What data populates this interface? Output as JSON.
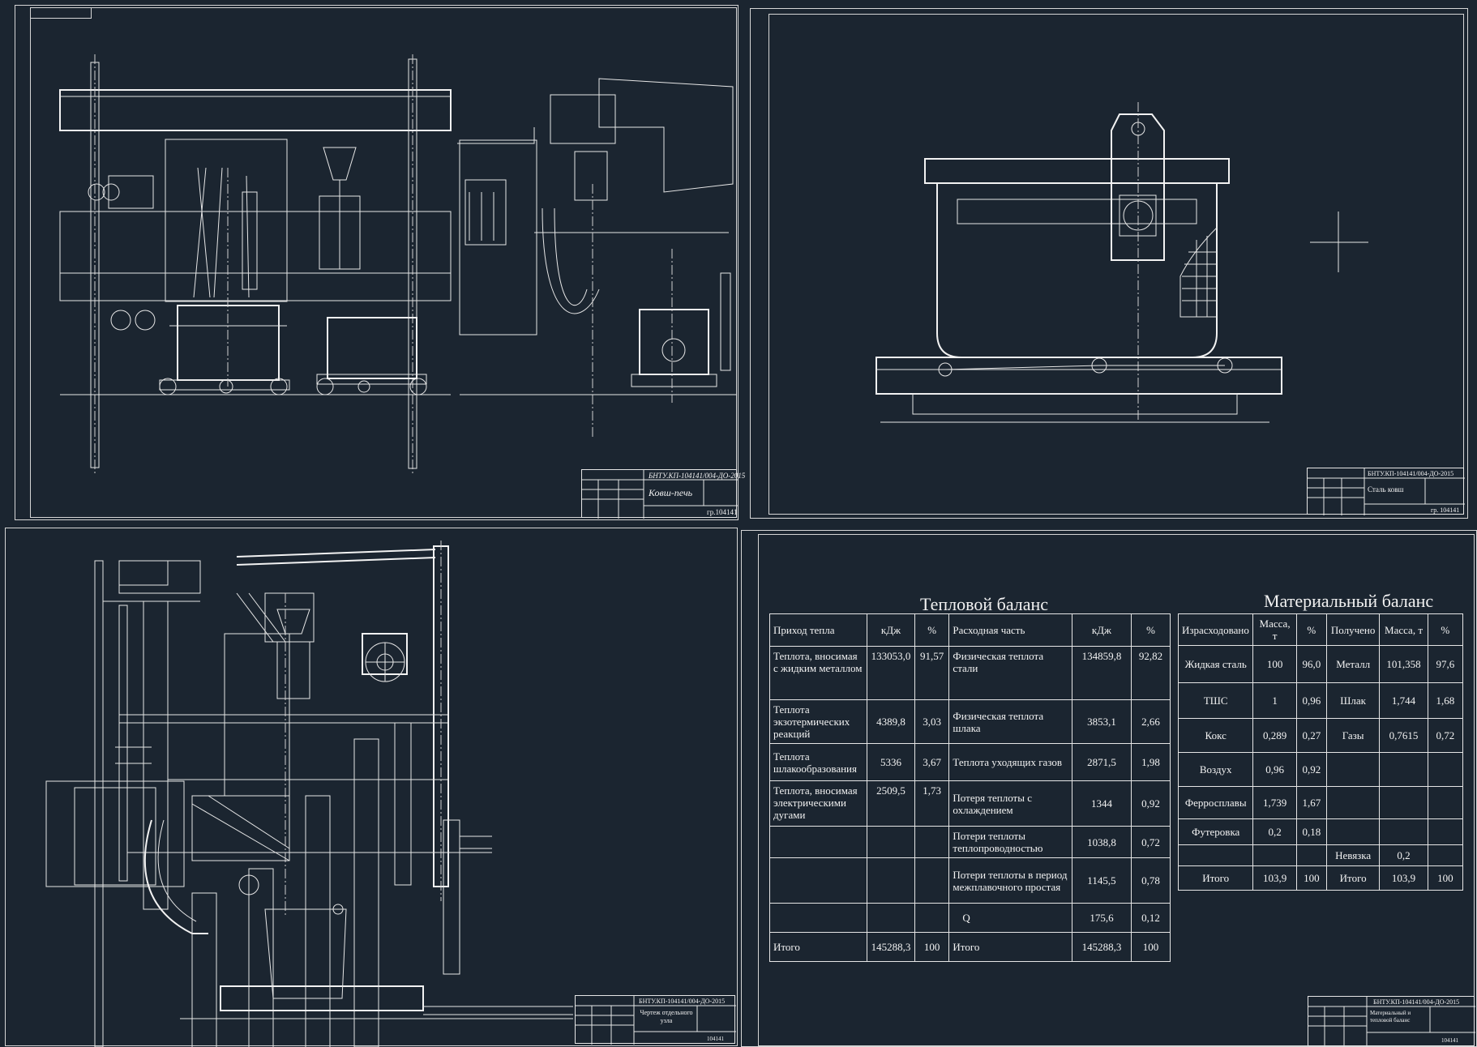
{
  "sheets": {
    "top_left": {
      "title_block": {
        "code": "БНТУ.КП-104141/004-ДО-2015",
        "name": "Ковш-печь",
        "group": "гр.104141"
      }
    },
    "top_right": {
      "title_block": {
        "code": "БНТУ.КП-104141/004-ДО-2015",
        "name": "Сталь ковш",
        "group": "гр. 104141"
      }
    },
    "bottom_left": {
      "title_block": {
        "code": "БНТУ.КП-104141/004-ДО-2015",
        "name": "Чертеж отдельного узла",
        "group": "104141"
      }
    },
    "bottom_right": {
      "title_block": {
        "code": "БНТУ.КП-104141/004-ДО-2015",
        "name": "Материальный и тепловой баланс",
        "group": "104141"
      }
    }
  },
  "heat_balance": {
    "title": "Тепловой баланс",
    "headers": [
      "Приход тепла",
      "кДж",
      "%",
      "Расходная часть",
      "кДж",
      "%"
    ],
    "rows": [
      [
        "Теплота, вносимая с жидким металлом",
        "133053,0",
        "91,57",
        "Физическая теплота стали",
        "134859,8",
        "92,82"
      ],
      [
        "Теплота экзотермических реакций",
        "4389,8",
        "3,03",
        "Физическая теплота шлака",
        "3853,1",
        "2,66"
      ],
      [
        "Теплота шлакообразования",
        "5336",
        "3,67",
        "Теплота уходящих газов",
        "2871,5",
        "1,98"
      ],
      [
        "Теплота, вносимая электрическими дугами",
        "2509,5",
        "1,73",
        "Потеря теплоты с охлаждением",
        "1344",
        "0,92"
      ],
      [
        "",
        "",
        "",
        "Потери теплоты теплопроводностью",
        "1038,8",
        "0,72"
      ],
      [
        "",
        "",
        "",
        "Потери теплоты в период межплавочного простая",
        "1145,5",
        "0,78"
      ],
      [
        "",
        "",
        "",
        "Q",
        "175,6",
        "0,12"
      ],
      [
        "Итого",
        "145288,3",
        "100",
        "Итого",
        "145288,3",
        "100"
      ]
    ]
  },
  "material_balance": {
    "title": "Материальный баланс",
    "headers": [
      "Израсходовано",
      "Масса, т",
      "%",
      "Получено",
      "Масса, т",
      "%"
    ],
    "rows": [
      [
        "Жидкая сталь",
        "100",
        "96,0",
        "Металл",
        "101,358",
        "97,6"
      ],
      [
        "ТШС",
        "1",
        "0,96",
        "Шлак",
        "1,744",
        "1,68"
      ],
      [
        "Кокс",
        "0,289",
        "0,27",
        "Газы",
        "0,7615",
        "0,72"
      ],
      [
        "Воздух",
        "0,96",
        "0,92",
        "",
        "",
        ""
      ],
      [
        "Ферросплавы",
        "1,739",
        "1,67",
        "",
        "",
        ""
      ],
      [
        "Футеровка",
        "0,2",
        "0,18",
        "",
        "",
        ""
      ],
      [
        "",
        "",
        "",
        "Невязка",
        "0,2",
        ""
      ],
      [
        "Итого",
        "103,9",
        "100",
        "Итого",
        "103,9",
        "100"
      ]
    ]
  }
}
